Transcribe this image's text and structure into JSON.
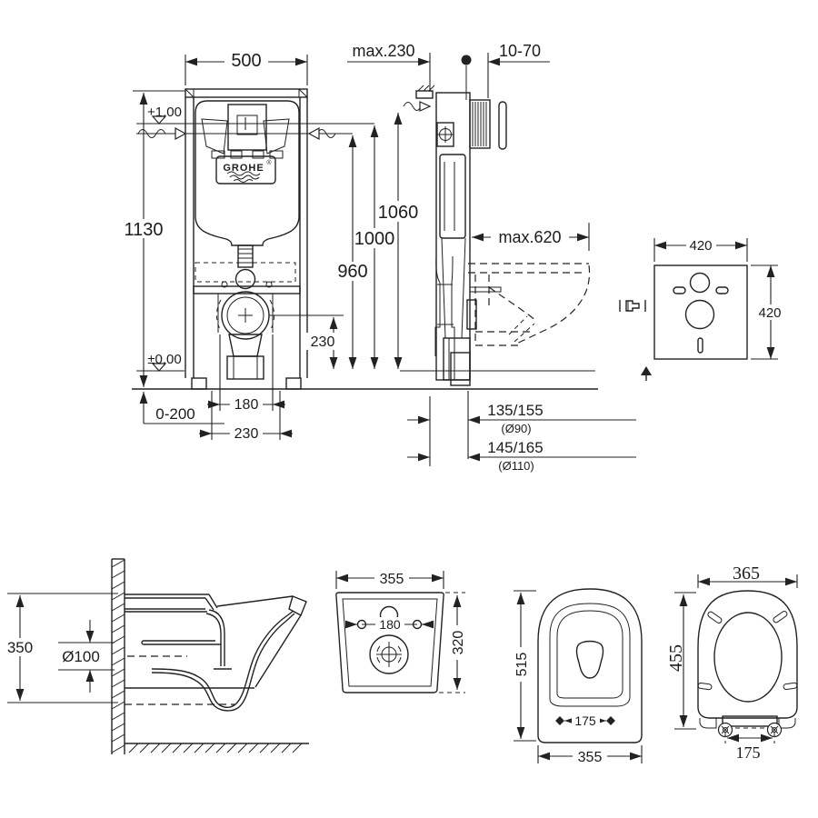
{
  "page": {
    "background": "#ffffff",
    "ink": "#222222"
  },
  "views": {
    "cistern_front": {
      "title": "concealed cistern frame front view",
      "brand": "GROHE",
      "reg_mark": "®",
      "dims": {
        "width": "500",
        "height": "1130",
        "upper_level": "+1,00",
        "zero_level": "±0,00",
        "foot_adjustment": "0-200",
        "bolt_spacing": "180",
        "outlet_spacing": "230",
        "outlet_height": "230"
      }
    },
    "cistern_side": {
      "title": "concealed cistern frame side view",
      "dims": {
        "frame_depth": "max.230",
        "wall_thickness": "10-70",
        "height_top_fixing": "1060",
        "height_actuator": "1000",
        "height_water_inlet": "960",
        "bowl_clearance": "max.620",
        "outlet_offset_90": "135/155",
        "outlet_dia_90": "(Ø90)",
        "outlet_offset_110": "145/165",
        "outlet_dia_110": "(Ø110)"
      }
    },
    "gasket_plate": {
      "title": "sound insulation plate",
      "dims": {
        "width": "420",
        "height": "420"
      }
    },
    "bowl_side": {
      "title": "wall-hung bowl side section",
      "dims": {
        "height": "350",
        "drain_diameter": "Ø100"
      }
    },
    "bowl_rear": {
      "title": "bowl rear view",
      "dims": {
        "width": "355",
        "height": "320",
        "hole_spacing": "180"
      }
    },
    "bowl_top": {
      "title": "bowl top view",
      "dims": {
        "depth": "515",
        "seat_hole_spacing": "175",
        "width": "355"
      }
    },
    "seat_top": {
      "title": "seat and cover top view",
      "dims": {
        "width": "365",
        "depth": "455",
        "hinge_spacing": "175"
      }
    }
  }
}
